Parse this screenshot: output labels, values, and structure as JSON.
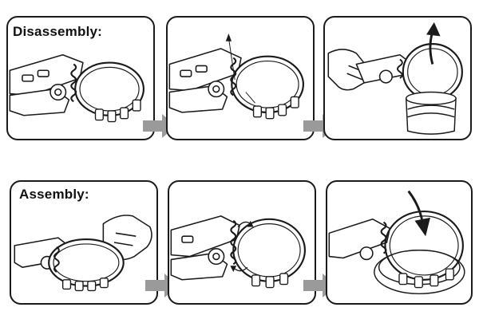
{
  "sections": {
    "disassembly": {
      "label": "Disassembly:"
    },
    "assembly": {
      "label": "Assembly:"
    }
  },
  "colors": {
    "outline": "#1a1a1a",
    "arrow_gray": "#9a9a9a",
    "background": "#ffffff"
  },
  "icons": [
    "next-step-arrow",
    "rotation-arrow",
    "hand",
    "piston",
    "piston-ring",
    "ring-plier-tool"
  ]
}
